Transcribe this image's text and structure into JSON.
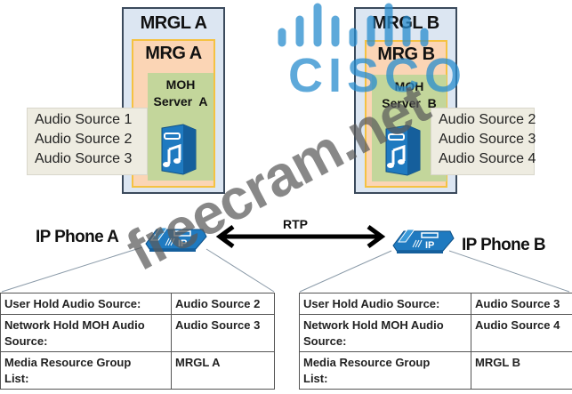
{
  "left_group": {
    "mrgl_title": "MRGL A",
    "mrg_title": "MRG A",
    "moh_title_line1": "MOH",
    "moh_title_line2": "Server  A",
    "audio_sources": [
      "Audio Source 1",
      "Audio Source 2",
      "Audio Source 3"
    ]
  },
  "right_group": {
    "mrgl_title": "MRGL B",
    "mrg_title": "MRG B",
    "moh_title_line1": "MOH",
    "moh_title_line2": "Server  B",
    "audio_sources": [
      "Audio Source 2",
      "Audio Source 3",
      "Audio Source 4"
    ]
  },
  "phone_a": {
    "label": "IP Phone A",
    "icon": "ip-phone-icon",
    "icon_text": "IP",
    "config": [
      {
        "key": "User Hold Audio Source:",
        "value": "Audio Source 2"
      },
      {
        "key": "Network Hold MOH Audio Source:",
        "value": "Audio Source 3"
      },
      {
        "key": "Media Resource Group List:",
        "value": "MRGL A"
      }
    ]
  },
  "phone_b": {
    "label": "IP Phone B",
    "icon": "ip-phone-icon",
    "icon_text": "IP",
    "config": [
      {
        "key": "User Hold Audio Source:",
        "value": "Audio Source 3"
      },
      {
        "key": "Network Hold MOH Audio Source:",
        "value": "Audio Source 4"
      },
      {
        "key": "Media Resource Group List:",
        "value": "MRGL B"
      }
    ]
  },
  "link": {
    "label": "RTP",
    "icon": "double-arrow-icon"
  },
  "watermarks": {
    "site": "freecram.net",
    "brand": "CISCO"
  },
  "colors": {
    "mrgl_fill": "#dce6f2",
    "mrg_fill": "#fbd5b5",
    "mrg_border": "#f5c242",
    "moh_fill": "#c3d69b",
    "sources_fill": "#eeece1",
    "device_blue": "#1f7ac0"
  }
}
